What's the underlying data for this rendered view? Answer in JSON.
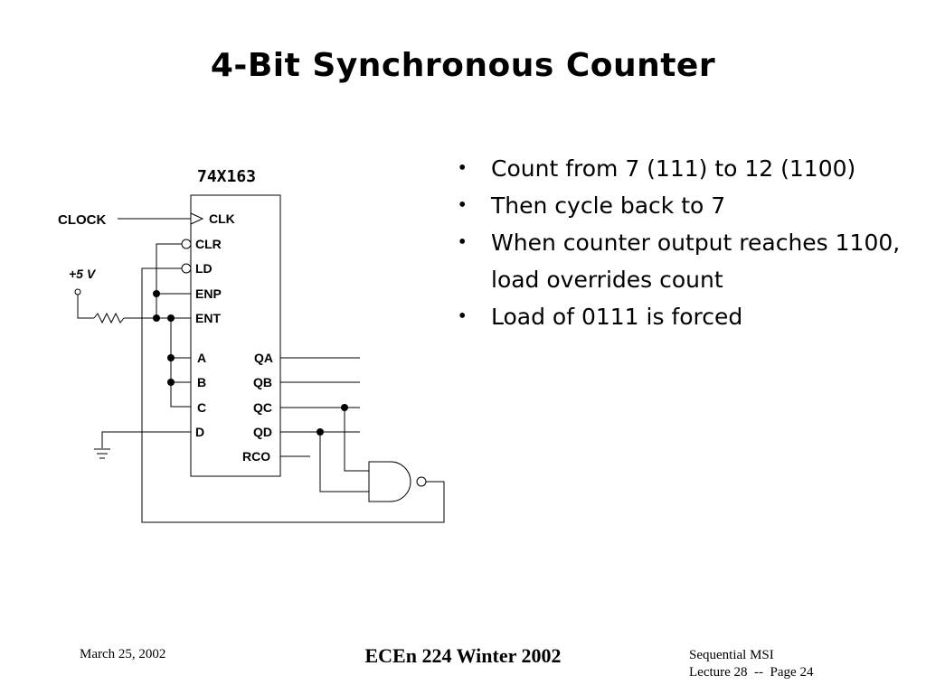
{
  "slide": {
    "title": "4-Bit Synchronous Counter",
    "bullets": [
      "Count from 7 (111) to 12 (1100)",
      "Then cycle back to 7",
      "When counter output reaches 1100, load overrides count",
      "Load of 0111 is forced"
    ]
  },
  "circuit": {
    "chip_name": "74X163",
    "clock_label": "CLOCK",
    "supply_label": "+5 V",
    "pins_left": [
      "CLK",
      "CLR",
      "LD",
      "ENP",
      "ENT",
      "A",
      "B",
      "C",
      "D"
    ],
    "pins_right": [
      "QA",
      "QB",
      "QC",
      "QD",
      "RCO"
    ]
  },
  "footer": {
    "date": "March 25, 2002",
    "course": "ECEn 224 Winter 2002",
    "topic": "Sequential MSI",
    "page": "Lecture 28  --  Page 24"
  }
}
